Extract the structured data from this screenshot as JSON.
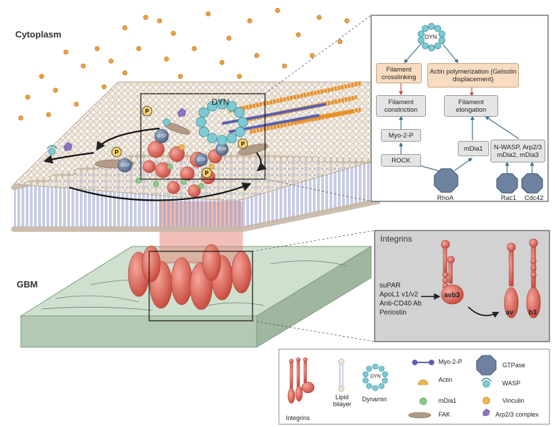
{
  "labels": {
    "cytoplasm": "Cytoplasm",
    "gbm": "GBM",
    "dyn_center": "DYN"
  },
  "actin_panel": {
    "dyn": "DYN",
    "filament_crosslinking": "Filament crosslinking",
    "actin_polymerization": "Actin polymerization (Gelsolin displacement)",
    "filament_constriction": "Filament constriction",
    "filament_elongation": "Filament elongation",
    "myo2p": "Myo-2-P",
    "rock": "ROCK",
    "mdia1": "mDia1",
    "nwasp": "N-WASP, Arp2/3 mDia2, mDia3",
    "rhoa": "RhoA",
    "rac1": "Rac1",
    "cdc42": "Cdc42"
  },
  "integrins_panel": {
    "title": "Integrins",
    "ligands": [
      "suPAR",
      "ApoL1 v1/v2",
      "Anti-CD40 Ab",
      "Periostin"
    ],
    "avb3": "avb3",
    "av": "av",
    "b3": "b3"
  },
  "legend": {
    "integrins": "Integrins",
    "lipid_bilayer": "Lipid bilayer",
    "dyn": "DYN",
    "dynamin": "Dynamin",
    "myo2p": "Myo-2-P",
    "actin": "Actin",
    "mdia1": "mDia1",
    "fak": "FAK",
    "gtpase": "GTPase",
    "wasp": "WASP",
    "vinculin": "Vinculin",
    "arp23": "Arp2/3 complex"
  },
  "colors": {
    "actin": "#f0a040",
    "integrin": "#e06a5c",
    "dynamin": "#7ccbd3",
    "gtpase": "#6d829e",
    "myosin": "#5b5fb0",
    "mdia": "#8bc98a",
    "vinculin": "#f0b74a",
    "fak": "#b39a84",
    "membrane_head": "#ede3d7",
    "gbm": "#b9ceb9"
  }
}
